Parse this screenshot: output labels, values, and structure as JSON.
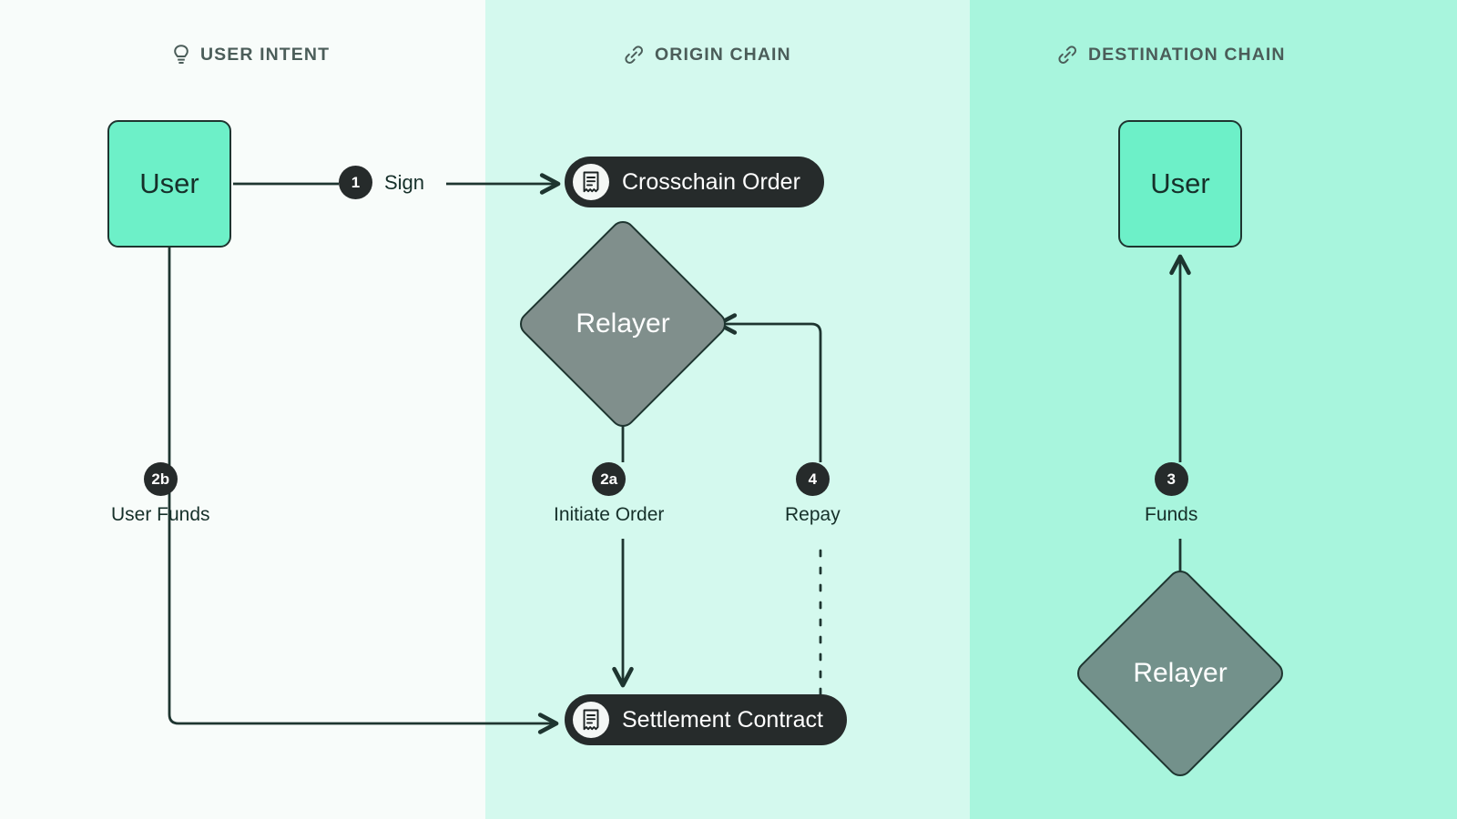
{
  "panels": [
    {
      "id": "user-intent",
      "title": "USER INTENT",
      "icon": "lightbulb-icon"
    },
    {
      "id": "origin-chain",
      "title": "ORIGIN CHAIN",
      "icon": "link-chain-icon"
    },
    {
      "id": "destination-chain",
      "title": "DESTINATION CHAIN",
      "icon": "link-chain-icon"
    }
  ],
  "nodes": {
    "user_origin": {
      "label": "User"
    },
    "user_dest": {
      "label": "User"
    },
    "relayer_origin": {
      "label": "Relayer"
    },
    "relayer_dest": {
      "label": "Relayer"
    },
    "crosschain_order": {
      "label": "Crosschain Order",
      "icon": "receipt-document-icon"
    },
    "settlement_contract": {
      "label": "Settlement Contract",
      "icon": "receipt-document-icon"
    }
  },
  "steps": {
    "sign": {
      "number": "1",
      "label": "Sign"
    },
    "user_funds": {
      "number": "2b",
      "label": "User Funds"
    },
    "initiate": {
      "number": "2a",
      "label": "Initiate Order"
    },
    "repay": {
      "number": "4",
      "label": "Repay"
    },
    "funds": {
      "number": "3",
      "label": "Funds"
    }
  },
  "colors": {
    "panel_user_bg": "#f8fcfa",
    "panel_origin_bg": "#d4f9ee",
    "panel_dest_bg": "#a8f5dd",
    "mint_accent": "#6df0c8",
    "relayer_gray": "#7f8f8c",
    "ink": "#1e3530",
    "pill_bg": "#262b2b"
  }
}
